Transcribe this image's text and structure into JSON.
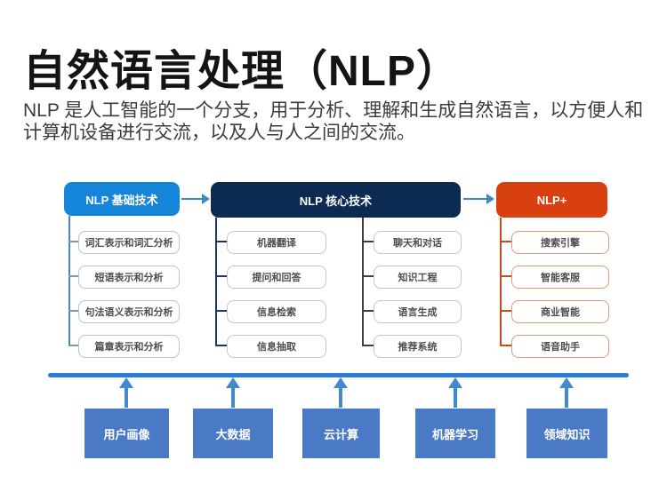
{
  "page": {
    "title": "自然语言处理（NLP）",
    "subtitle": "NLP 是人工智能的一个分支，用于分析、理解和生成自然语言，以方便人和计算机设备进行交流，以及人与人之间的交流。"
  },
  "colors": {
    "basic_header": "#1485d8",
    "core_header": "#0d2a52",
    "plus_header": "#d8400f",
    "foundation_box": "#4a79c6",
    "baseline": "#2b7cd4",
    "arrow": "#4389cd"
  },
  "diagram": {
    "headers": [
      {
        "label": "NLP 基础技术"
      },
      {
        "label": "NLP 核心技术"
      },
      {
        "label": "NLP+"
      }
    ],
    "columns": [
      {
        "group": "NLP 基础技术",
        "items": [
          "词汇表示和词汇分析",
          "短语表示和分析",
          "句法语义表示和分析",
          "篇章表示和分析"
        ]
      },
      {
        "group": "NLP 核心技术",
        "items": [
          "机器翻译",
          "提问和回答",
          "信息检索",
          "信息抽取"
        ]
      },
      {
        "group": "NLP 核心技术",
        "items": [
          "聊天和对话",
          "知识工程",
          "语言生成",
          "推荐系统"
        ]
      },
      {
        "group": "NLP+",
        "items": [
          "搜索引擎",
          "智能客服",
          "商业智能",
          "语音助手"
        ]
      }
    ],
    "foundation": [
      "用户画像",
      "大数据",
      "云计算",
      "机器学习",
      "领域知识"
    ]
  }
}
